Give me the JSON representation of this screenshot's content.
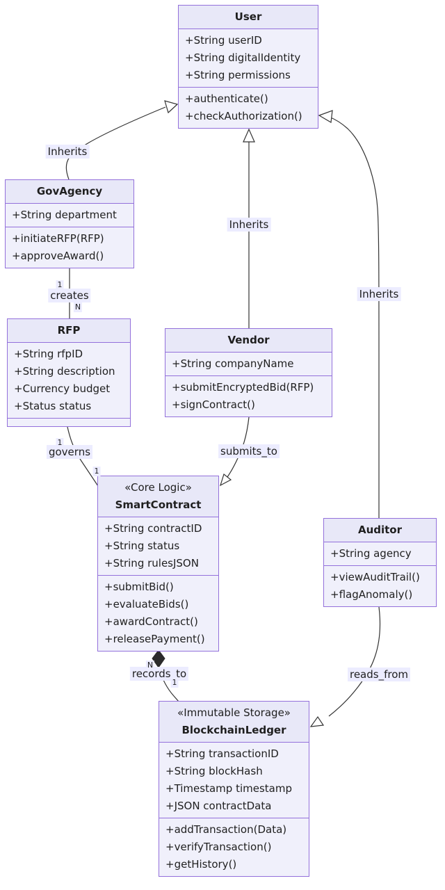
{
  "classes": {
    "user": {
      "name": "User",
      "attributes": [
        "+String userID",
        "+String digitalIdentity",
        "+String permissions"
      ],
      "methods": [
        "+authenticate()",
        "+checkAuthorization()"
      ]
    },
    "govAgency": {
      "name": "GovAgency",
      "attributes": [
        "+String department"
      ],
      "methods": [
        "+initiateRFP(RFP)",
        "+approveAward()"
      ]
    },
    "rfp": {
      "name": "RFP",
      "attributes": [
        "+String rfpID",
        "+String description",
        "+Currency budget",
        "+Status status"
      ],
      "methods": []
    },
    "vendor": {
      "name": "Vendor",
      "attributes": [
        "+String companyName"
      ],
      "methods": [
        "+submitEncryptedBid(RFP)",
        "+signContract()"
      ]
    },
    "smartContract": {
      "stereotype": "«Core Logic»",
      "name": "SmartContract",
      "attributes": [
        "+String contractID",
        "+String status",
        "+String rulesJSON"
      ],
      "methods": [
        "+submitBid()",
        "+evaluateBids()",
        "+awardContract()",
        "+releasePayment()"
      ]
    },
    "auditor": {
      "name": "Auditor",
      "attributes": [
        "+String agency"
      ],
      "methods": [
        "+viewAuditTrail()",
        "+flagAnomaly()"
      ]
    },
    "blockchainLedger": {
      "stereotype": "«Immutable Storage»",
      "name": "BlockchainLedger",
      "attributes": [
        "+String transactionID",
        "+String blockHash",
        "+Timestamp timestamp",
        "+JSON contractData"
      ],
      "methods": [
        "+addTransaction(Data)",
        "+verifyTransaction()",
        "+getHistory()"
      ]
    }
  },
  "edges": {
    "govAgencyInheritsUser": {
      "label": "Inherits"
    },
    "vendorInheritsUser": {
      "label": "Inherits"
    },
    "auditorInheritsUser": {
      "label": "Inherits"
    },
    "creates": {
      "label": "creates",
      "sourceMultiplicity": "1",
      "targetMultiplicity": "N"
    },
    "governs": {
      "label": "governs",
      "sourceMultiplicity": "1",
      "targetMultiplicity": "1"
    },
    "submitsTo": {
      "label": "submits_to"
    },
    "recordsTo": {
      "label": "records_to",
      "sourceMultiplicity": "N",
      "targetMultiplicity": "1"
    },
    "readsFrom": {
      "label": "reads_from"
    }
  },
  "colors": {
    "boxHeaderFill": "#e8e8f8",
    "boxBodyFill": "#f0f0fb",
    "border": "#9370DB",
    "edge": "#333333",
    "labelBackground": "#ececff"
  }
}
